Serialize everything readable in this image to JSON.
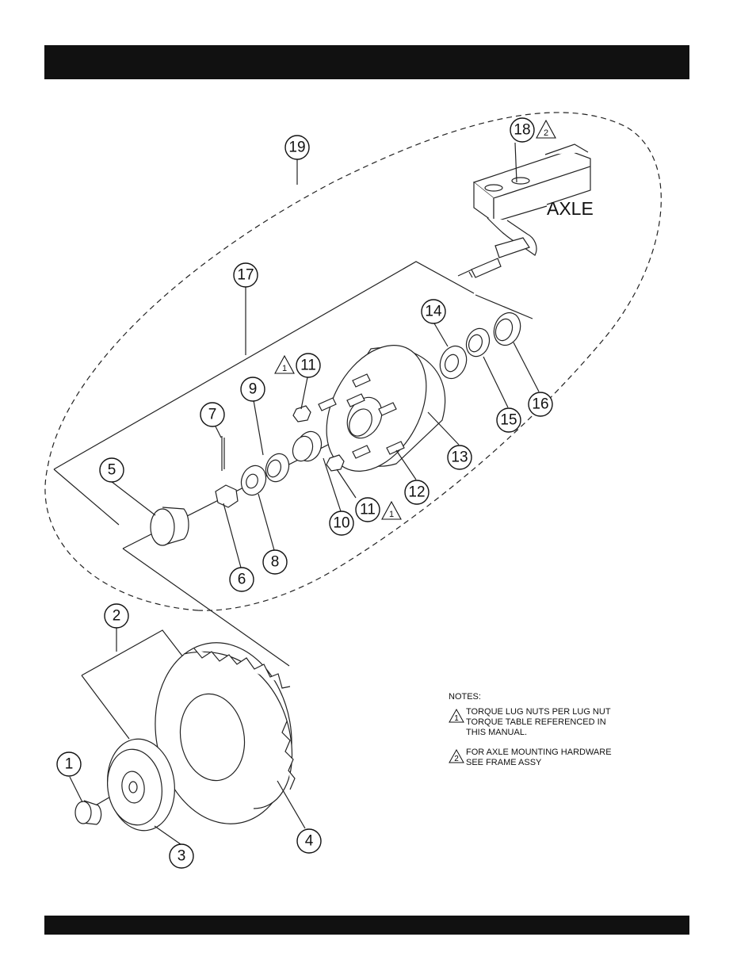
{
  "callouts": [
    {
      "id": "1",
      "label": "1"
    },
    {
      "id": "2",
      "label": "2"
    },
    {
      "id": "3",
      "label": "3"
    },
    {
      "id": "4",
      "label": "4"
    },
    {
      "id": "5",
      "label": "5"
    },
    {
      "id": "6",
      "label": "6"
    },
    {
      "id": "7",
      "label": "7"
    },
    {
      "id": "8",
      "label": "8"
    },
    {
      "id": "9",
      "label": "9"
    },
    {
      "id": "10",
      "label": "10"
    },
    {
      "id": "11a",
      "label": "11"
    },
    {
      "id": "11b",
      "label": "11"
    },
    {
      "id": "12",
      "label": "12"
    },
    {
      "id": "13",
      "label": "13"
    },
    {
      "id": "14",
      "label": "14"
    },
    {
      "id": "15",
      "label": "15"
    },
    {
      "id": "16",
      "label": "16"
    },
    {
      "id": "17",
      "label": "17"
    },
    {
      "id": "18",
      "label": "18"
    },
    {
      "id": "19",
      "label": "19"
    }
  ],
  "flags": {
    "torque": "1",
    "frame": "2"
  },
  "axle_label": "AXLE",
  "notes": {
    "heading": "NOTES:",
    "items": [
      {
        "flag": "1",
        "text": "TORQUE LUG NUTS PER LUG NUT\nTORQUE TABLE REFERENCED IN\nTHIS MANUAL."
      },
      {
        "flag": "2",
        "text": "FOR AXLE MOUNTING HARDWARE\nSEE FRAME ASSY"
      }
    ]
  },
  "colors": {
    "bar": "#111111",
    "line": "#222222",
    "fill": "#ffffff"
  }
}
